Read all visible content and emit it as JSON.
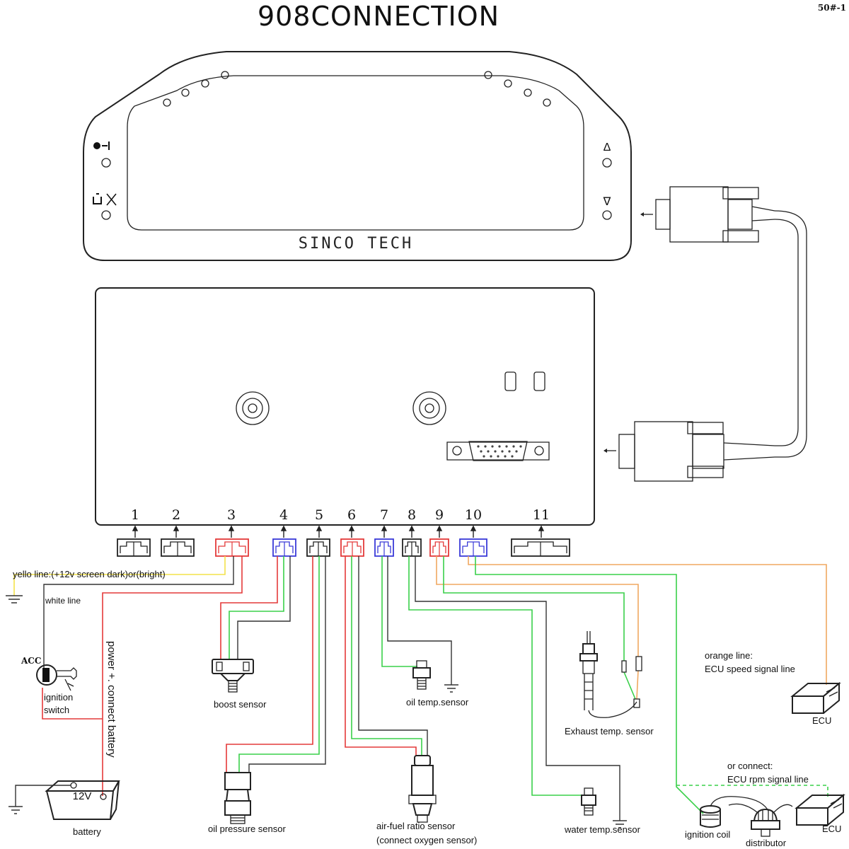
{
  "header": {
    "title": "908CONNECTION",
    "code": "50#-1"
  },
  "gauge": {
    "brand": "SINCO TECH",
    "btn_up": "∆",
    "btn_down": "∇"
  },
  "ports": [
    {
      "num": "1",
      "color": "#222222"
    },
    {
      "num": "2",
      "color": "#222222"
    },
    {
      "num": "3",
      "color": "#e43a3a"
    },
    {
      "num": "4",
      "color": "#3a3ad8"
    },
    {
      "num": "5",
      "color": "#222222"
    },
    {
      "num": "6",
      "color": "#e43a3a"
    },
    {
      "num": "7",
      "color": "#3a3ad8"
    },
    {
      "num": "8",
      "color": "#222222"
    },
    {
      "num": "9",
      "color": "#e43a3a"
    },
    {
      "num": "10",
      "color": "#3a3ad8"
    },
    {
      "num": "11",
      "color": "#222222"
    }
  ],
  "labels": {
    "yellow_line": "yello line:(+12v screen dark)or(bright)",
    "white_line": "white line",
    "acc": "ACC",
    "ignition": "ignition",
    "switch": "switch",
    "power": "power +. connect battery",
    "battery_voltage": "12V",
    "battery": "battery",
    "boost_sensor": "boost sensor",
    "oil_pressure_sensor": "oil pressure sensor",
    "afr_sensor": "air-fuel ratio sensor",
    "afr_note": "(connect oxygen sensor)",
    "oil_temp_sensor": "oil temp.sensor",
    "water_temp_sensor": "water temp.sensor",
    "exhaust_temp_sensor": "Exhaust temp. sensor",
    "orange_line": "orange line:",
    "ecu_speed": "ECU speed signal line",
    "ecu": "ECU",
    "or_connect": "or  connect:",
    "ecu_rpm": "ECU rpm signal line",
    "ignition_coil": "ignition coil",
    "distributor": "distributor"
  },
  "colors": {
    "wire_red": "#e43a3a",
    "wire_green": "#3ad04a",
    "wire_orange": "#f0a860",
    "wire_yellow": "#f3e24a",
    "wire_black": "#333333",
    "port_blue": "#3a3ad8"
  }
}
